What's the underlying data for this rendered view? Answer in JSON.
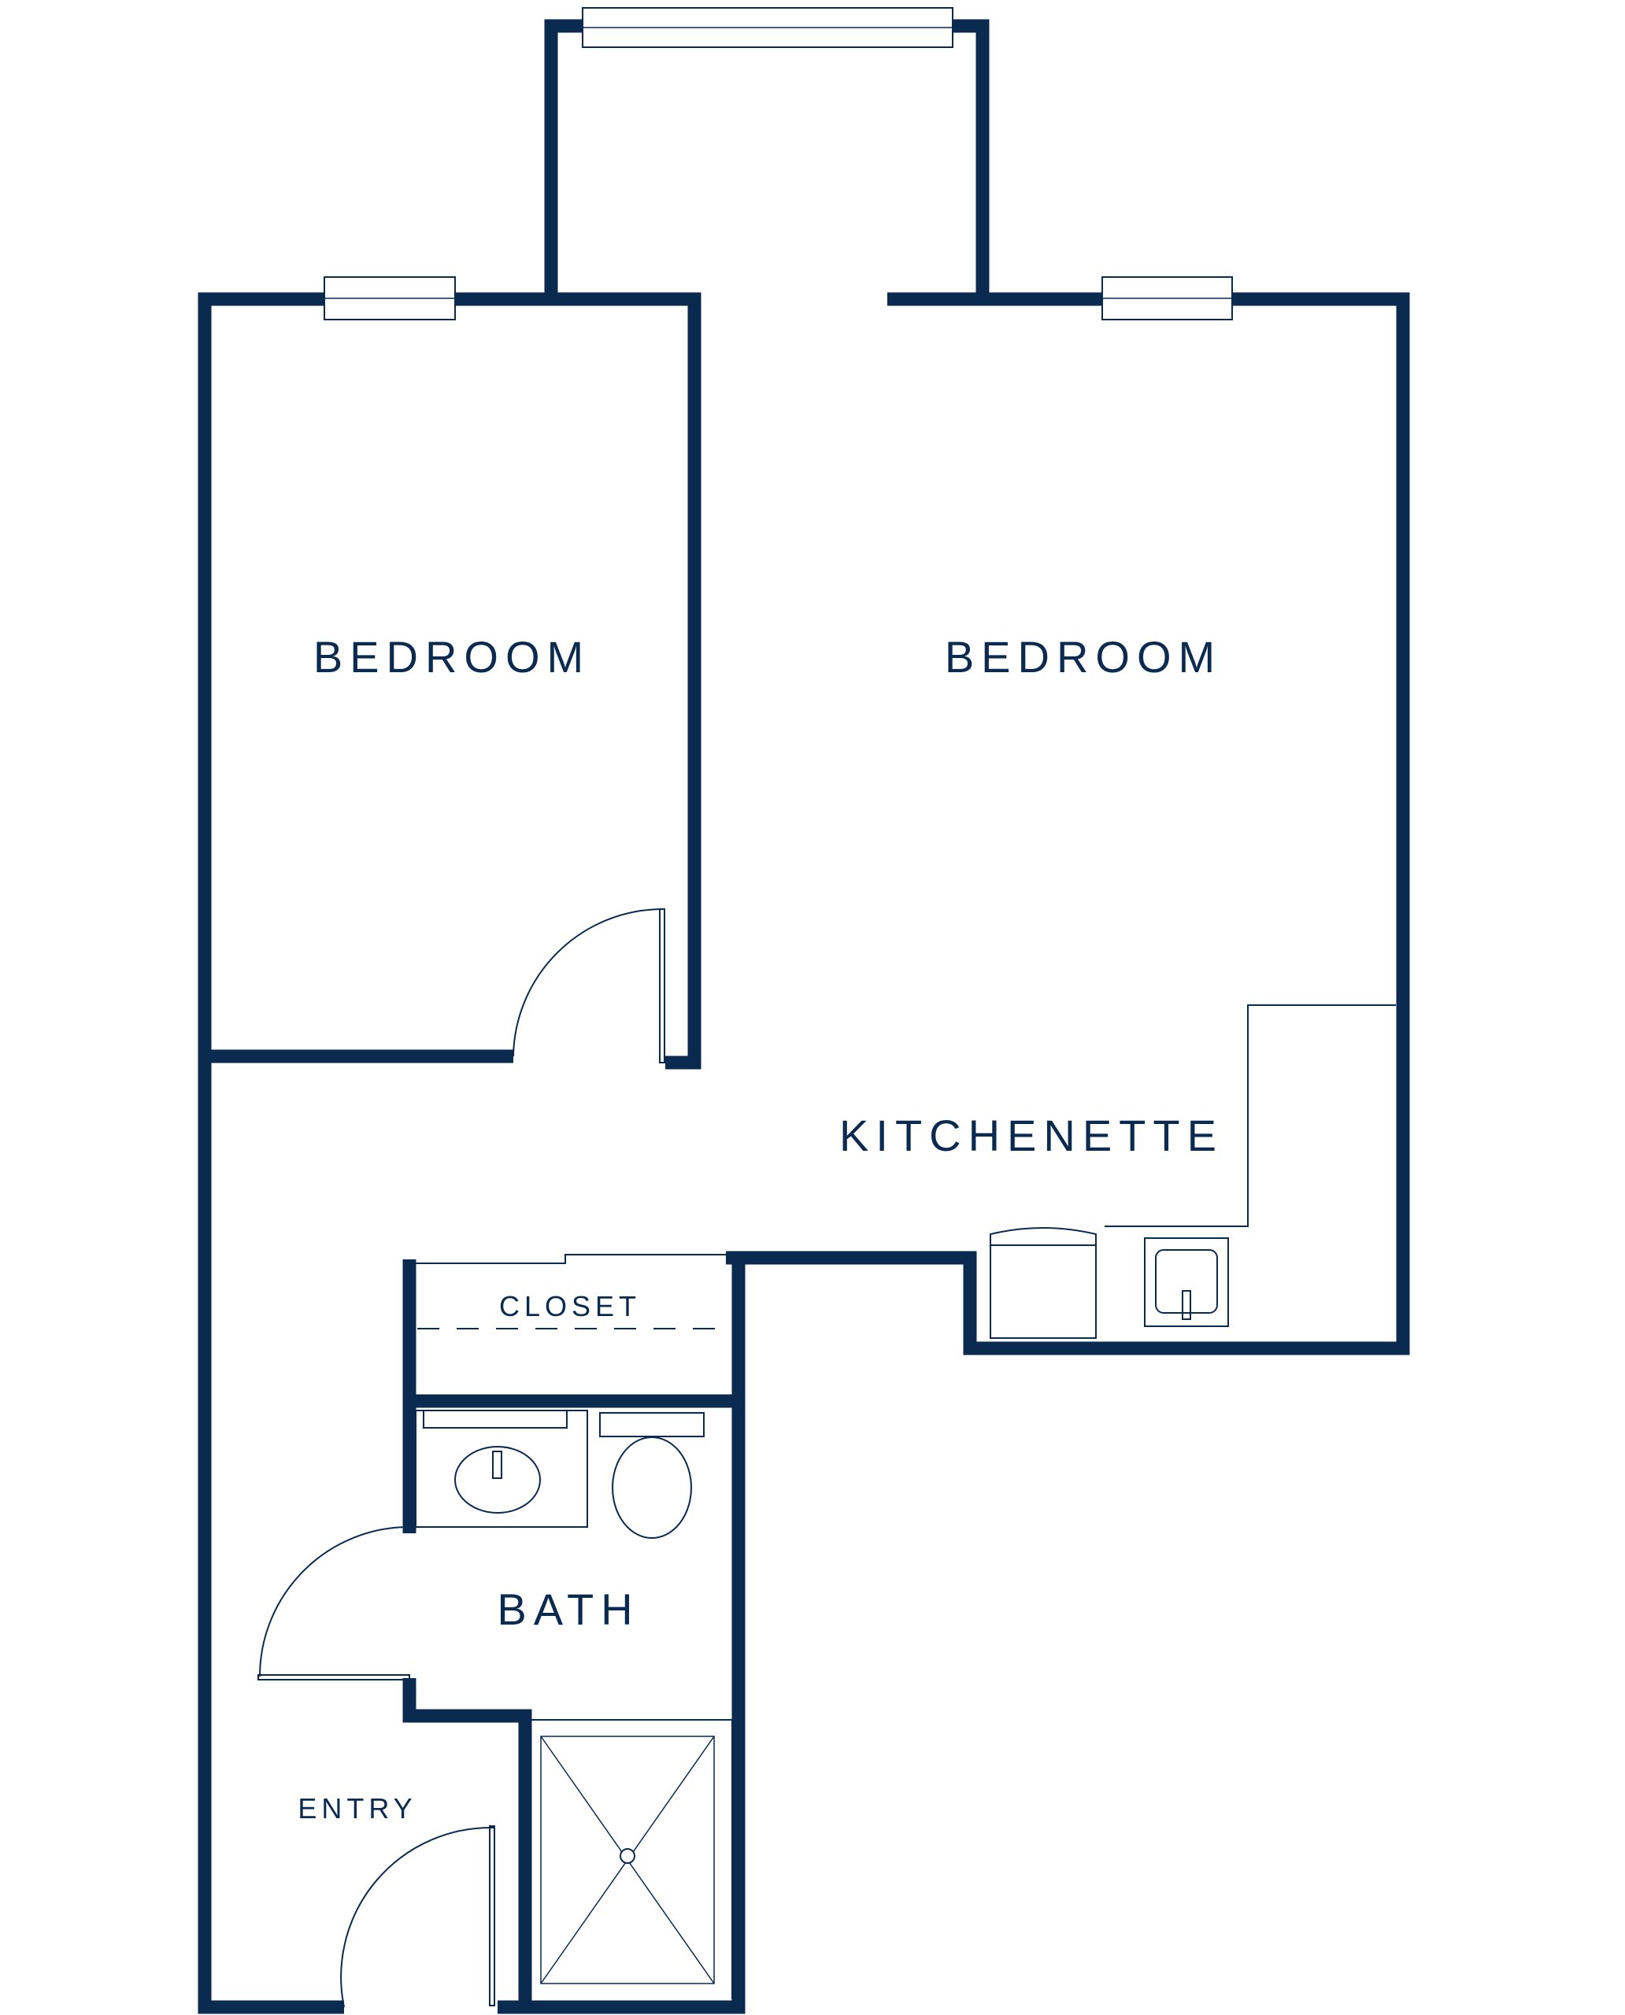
{
  "colors": {
    "wall": "#0b2a4f",
    "fixture": "#0b2a4f",
    "label": "#0b2a4f",
    "background": "#ffffff"
  },
  "rooms": {
    "bedroom_left": "BEDROOM",
    "bedroom_right": "BEDROOM",
    "kitchenette": "KITCHENETTE",
    "closet": "CLOSET",
    "bath": "BATH",
    "entry": "ENTRY"
  }
}
